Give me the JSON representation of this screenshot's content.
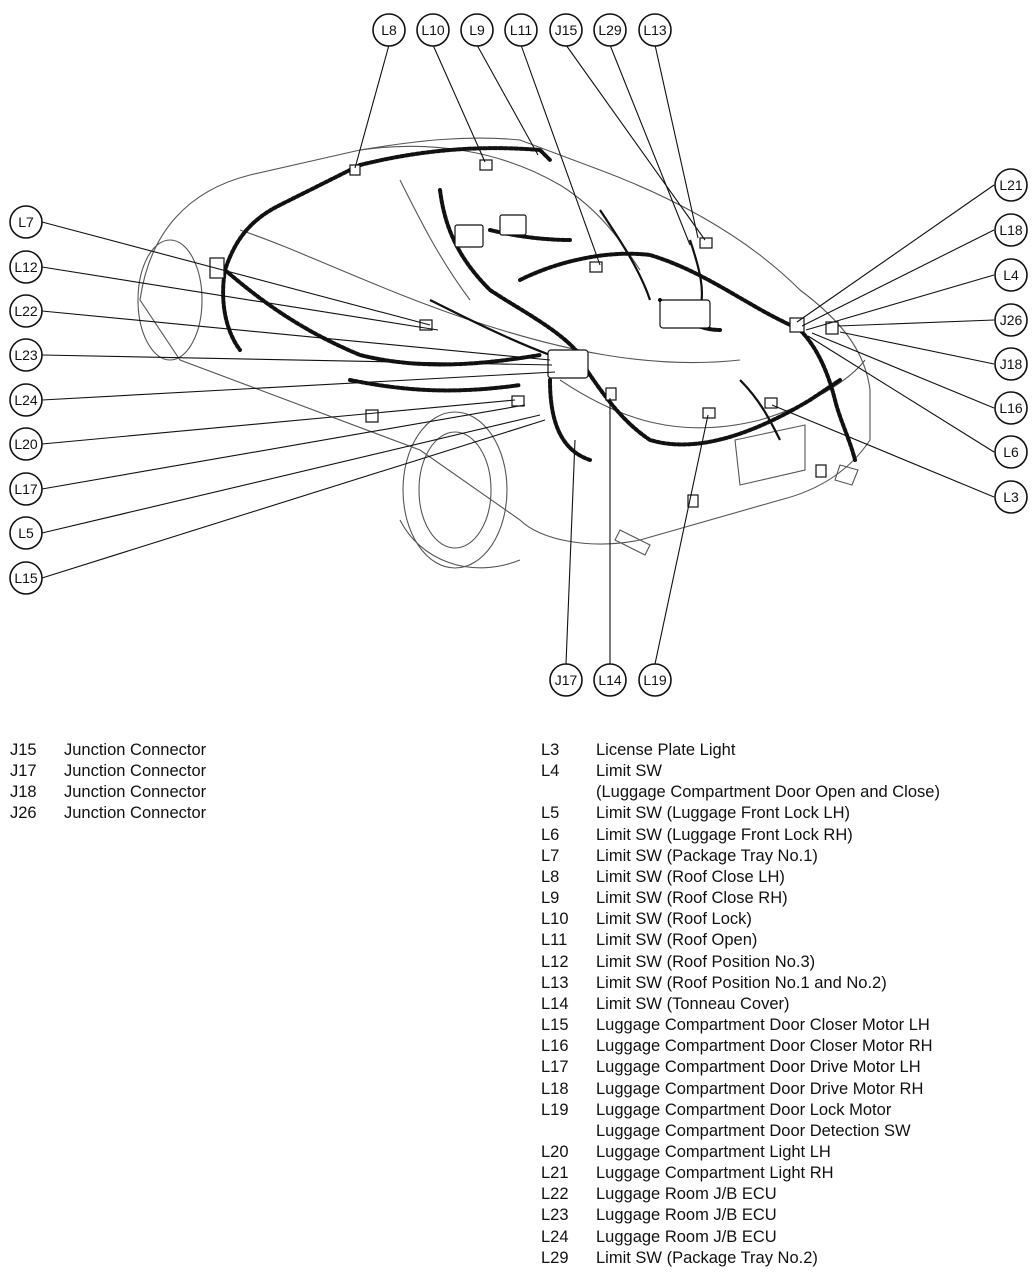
{
  "callouts": [
    "L8",
    "L10",
    "L9",
    "L11",
    "J15",
    "L29",
    "L13",
    "L21",
    "L18",
    "L4",
    "J26",
    "J18",
    "L16",
    "L6",
    "L3",
    "L7",
    "L12",
    "L22",
    "L23",
    "L24",
    "L20",
    "L17",
    "L5",
    "L15",
    "J17",
    "L14",
    "L19"
  ],
  "legend_left": [
    {
      "code": "J15",
      "desc": "Junction Connector"
    },
    {
      "code": "J17",
      "desc": "Junction Connector"
    },
    {
      "code": "J18",
      "desc": "Junction Connector"
    },
    {
      "code": "J26",
      "desc": "Junction Connector"
    }
  ],
  "legend_right": [
    {
      "code": "L3",
      "desc": "License Plate Light"
    },
    {
      "code": "L4",
      "desc": "Limit SW"
    },
    {
      "code": "",
      "desc": "(Luggage Compartment Door Open and Close)"
    },
    {
      "code": "L5",
      "desc": "Limit SW (Luggage Front Lock LH)"
    },
    {
      "code": "L6",
      "desc": "Limit SW (Luggage Front Lock RH)"
    },
    {
      "code": "L7",
      "desc": "Limit SW (Package Tray No.1)"
    },
    {
      "code": "L8",
      "desc": "Limit SW (Roof Close LH)"
    },
    {
      "code": "L9",
      "desc": "Limit SW (Roof Close RH)"
    },
    {
      "code": "L10",
      "desc": "Limit SW (Roof Lock)"
    },
    {
      "code": "L11",
      "desc": "Limit SW (Roof Open)"
    },
    {
      "code": "L12",
      "desc": "Limit SW (Roof Position No.3)"
    },
    {
      "code": "L13",
      "desc": "Limit SW (Roof Position No.1 and No.2)"
    },
    {
      "code": "L14",
      "desc": "Limit SW (Tonneau Cover)"
    },
    {
      "code": "L15",
      "desc": "Luggage Compartment Door Closer Motor LH"
    },
    {
      "code": "L16",
      "desc": "Luggage Compartment Door Closer Motor RH"
    },
    {
      "code": "L17",
      "desc": "Luggage Compartment Door Drive Motor LH"
    },
    {
      "code": "L18",
      "desc": "Luggage Compartment Door Drive Motor RH"
    },
    {
      "code": "L19",
      "desc": "Luggage Compartment Door Lock Motor"
    },
    {
      "code": "",
      "desc": "Luggage Compartment Door Detection SW"
    },
    {
      "code": "L20",
      "desc": "Luggage Compartment Light LH"
    },
    {
      "code": "L21",
      "desc": "Luggage Compartment Light RH"
    },
    {
      "code": "L22",
      "desc": "Luggage Room J/B ECU"
    },
    {
      "code": "L23",
      "desc": "Luggage Room J/B ECU"
    },
    {
      "code": "L24",
      "desc": "Luggage Room J/B ECU"
    },
    {
      "code": "L29",
      "desc": "Limit SW (Package Tray No.2)"
    }
  ]
}
